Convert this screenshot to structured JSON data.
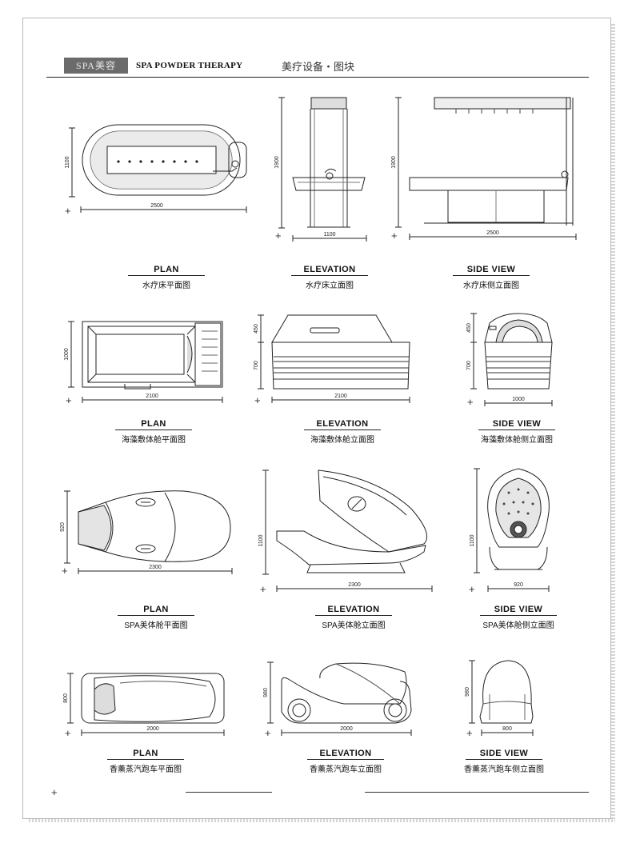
{
  "header": {
    "logo_text": "SPA美容",
    "brand": "SPA POWDER THERAPY",
    "subtitle": "美疗设备・图块"
  },
  "rows": [
    {
      "items": [
        {
          "view": "PLAN",
          "label": "水疗床平面图",
          "dims": [
            "2500",
            "1100"
          ]
        },
        {
          "view": "ELEVATION",
          "label": "水疗床立面图",
          "dims": [
            "1100",
            "1900"
          ]
        },
        {
          "view": "SIDE VIEW",
          "label": "水疗床侧立面图",
          "dims": [
            "2500",
            "1900"
          ]
        }
      ]
    },
    {
      "items": [
        {
          "view": "PLAN",
          "label": "海藻敷体舱平面图",
          "dims": [
            "2100",
            "1000"
          ]
        },
        {
          "view": "ELEVATION",
          "label": "海藻敷体舱立面图",
          "dims": [
            "2100",
            "450",
            "700"
          ]
        },
        {
          "view": "SIDE VIEW",
          "label": "海藻敷体舱侧立面图",
          "dims": [
            "1000",
            "450",
            "700"
          ]
        }
      ]
    },
    {
      "items": [
        {
          "view": "PLAN",
          "label": "SPA美体舱平面图",
          "dims": [
            "2300",
            "920"
          ]
        },
        {
          "view": "ELEVATION",
          "label": "SPA美体舱立面图",
          "dims": [
            "2300",
            "1100"
          ]
        },
        {
          "view": "SIDE VIEW",
          "label": "SPA美体舱侧立面图",
          "dims": [
            "920",
            "1100"
          ]
        }
      ]
    },
    {
      "items": [
        {
          "view": "PLAN",
          "label": "香薰蒸汽跑车平面图",
          "dims": [
            "2000",
            "800"
          ]
        },
        {
          "view": "ELEVATION",
          "label": "香薰蒸汽跑车立面图",
          "dims": [
            "2000",
            "980"
          ]
        },
        {
          "view": "SIDE VIEW",
          "label": "香薰蒸汽跑车侧立面图",
          "dims": [
            "800",
            "980"
          ]
        }
      ]
    }
  ]
}
